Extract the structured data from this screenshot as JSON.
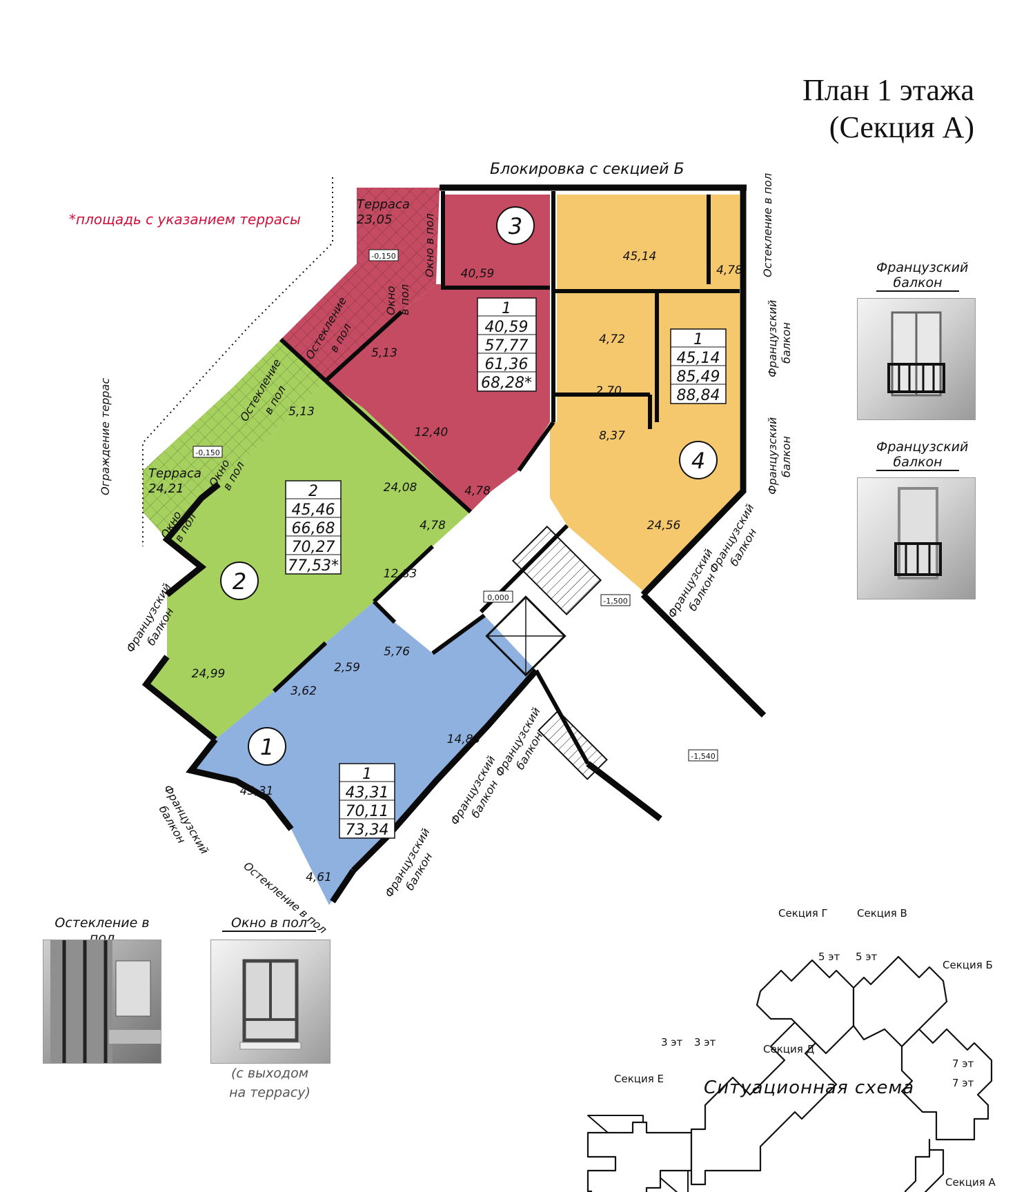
{
  "title": {
    "line1": "План 1 этажа",
    "line2": "(Секция А)"
  },
  "note": "*площадь с указанием террасы",
  "top_label": "Блокировка с секцией Б",
  "colors": {
    "apt1": "#8eb1e0",
    "apt2": "#a6d15f",
    "apt3": "#c54b62",
    "apt4": "#f5c86d",
    "wall": "#0a0a0a",
    "note": "#d0103a"
  },
  "apartments": [
    {
      "num": "1",
      "rooms": "1",
      "areas": [
        "43,31",
        "70,11",
        "73,34"
      ]
    },
    {
      "num": "2",
      "rooms": "2",
      "areas": [
        "45,46",
        "66,68",
        "70,27",
        "77,53*"
      ]
    },
    {
      "num": "3",
      "rooms": "1",
      "areas": [
        "40,59",
        "57,77",
        "61,36",
        "68,28*"
      ]
    },
    {
      "num": "4",
      "rooms": "1",
      "areas": [
        "45,14",
        "85,49",
        "88,84"
      ]
    }
  ],
  "rooms": {
    "a1": [
      "43,31",
      "14,83",
      "5,76",
      "3,62",
      "2,59",
      "4,61"
    ],
    "a2": [
      "24,99",
      "24,08",
      "12,83",
      "5,13",
      "4,78"
    ],
    "a3": [
      "40,59",
      "12,40",
      "5,13",
      "4,78"
    ],
    "a4": [
      "45,14",
      "4,78",
      "4,72",
      "2,70",
      "8,37",
      "24,56"
    ]
  },
  "terraces": [
    {
      "label": "Терраса",
      "area": "23,05",
      "level": "-0,150"
    },
    {
      "label": "Терраса",
      "area": "24,21",
      "level": "-0,150"
    }
  ],
  "levels": [
    "0,000",
    "-1,500",
    "-1,540"
  ],
  "plan_labels": {
    "glazing": "Остекление в пол",
    "window": "Окно в пол",
    "window_l1": "Окно",
    "window_l2": "в пол",
    "glazing_l1": "Остекление",
    "fb_l1": "Французский",
    "fb_l2": "балкон",
    "fence": "Ограждение террас"
  },
  "legend": {
    "french_balcony": "Французский балкон",
    "glazing": "Остекление в пол",
    "window": "Окно в пол",
    "window_note_1": "(с выходом",
    "window_note_2": "на террасу)"
  },
  "schema": {
    "title": "Ситуационная схема",
    "sections": [
      "Секция Г",
      "Секция В",
      "Секция Б",
      "Секция Д",
      "Секция Е",
      "Секция А"
    ],
    "floors": [
      "5 эт",
      "5 эт",
      "3 эт",
      "3 эт",
      "7 эт",
      "7 эт"
    ]
  }
}
